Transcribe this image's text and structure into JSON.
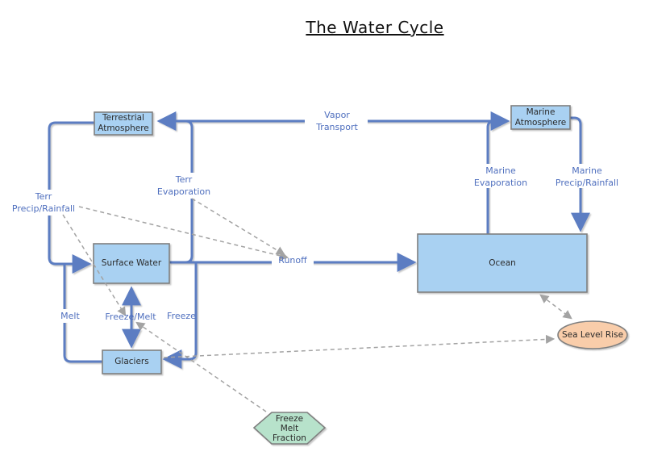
{
  "title": "The Water Cycle",
  "nodes": {
    "terrestrial_atmosphere": {
      "label": "Terrestrial\nAtmosphere",
      "type": "box"
    },
    "marine_atmosphere": {
      "label": "Marine\nAtmosphere",
      "type": "box"
    },
    "surface_water": {
      "label": "Surface Water",
      "type": "box"
    },
    "ocean": {
      "label": "Ocean",
      "type": "box"
    },
    "glaciers": {
      "label": "Glaciers",
      "type": "box"
    },
    "sea_level_rise": {
      "label": "Sea Level Rise",
      "type": "ellipse"
    },
    "freeze_melt_fraction": {
      "label": "Freeze\nMelt\nFraction",
      "type": "hexagon"
    }
  },
  "flow_labels": {
    "vapor_transport": "Vapor\nTransport",
    "terr_evaporation": "Terr\nEvaporation",
    "terr_precip": "Terr\nPrecip/Rainfall",
    "marine_evaporation": "Marine\nEvaporation",
    "marine_precip": "Marine\nPrecip/Rainfall",
    "runoff": "Runoff",
    "melt": "Melt",
    "freeze_melt": "Freeze/Melt",
    "freeze": "Freeze"
  },
  "edges": [
    {
      "from": "Marine Atmosphere",
      "to": "Terrestrial Atmosphere",
      "label": "Vapor Transport",
      "style": "flow"
    },
    {
      "from": "Terrestrial Atmosphere",
      "to": "Surface Water",
      "label": "Terr Precip/Rainfall",
      "style": "flow"
    },
    {
      "from": "Surface Water",
      "to": "Terrestrial Atmosphere",
      "label": "Terr Evaporation",
      "style": "flow"
    },
    {
      "from": "Surface Water",
      "to": "Ocean",
      "label": "Runoff",
      "style": "flow"
    },
    {
      "from": "Glaciers",
      "to": "Surface Water",
      "label": "Melt",
      "style": "flow"
    },
    {
      "from": "Surface Water",
      "to": "Glaciers",
      "label": "Freeze",
      "style": "flow"
    },
    {
      "from": "Surface Water",
      "to": "Glaciers",
      "label": "Freeze/Melt",
      "style": "flow-bidirectional"
    },
    {
      "from": "Ocean",
      "to": "Marine Atmosphere",
      "label": "Marine Evaporation",
      "style": "flow"
    },
    {
      "from": "Marine Atmosphere",
      "to": "Ocean",
      "label": "Marine Precip/Rainfall",
      "style": "flow"
    },
    {
      "from": "Terr Precip/Rainfall",
      "to": "Runoff",
      "style": "influence"
    },
    {
      "from": "Terr Evaporation",
      "to": "Runoff",
      "style": "influence"
    },
    {
      "from": "Terr Precip/Rainfall",
      "to": "Freeze/Melt",
      "style": "influence"
    },
    {
      "from": "Freeze Melt Fraction",
      "to": "Freeze/Melt",
      "style": "influence"
    },
    {
      "from": "Glaciers",
      "to": "Sea Level Rise",
      "style": "influence"
    },
    {
      "from": "Ocean",
      "to": "Sea Level Rise",
      "style": "influence-bidirectional"
    }
  ],
  "colors": {
    "line_blue": "#5b7dc2",
    "label_blue": "#4f6fbe",
    "node_fill": "#a9d1f2",
    "node_border": "#7f7f7f",
    "dash_gray": "#a3a3a3",
    "ellipse_fill": "#f9cdaa",
    "hex_fill": "#b7e2cb",
    "bg": "#ffffff"
  }
}
